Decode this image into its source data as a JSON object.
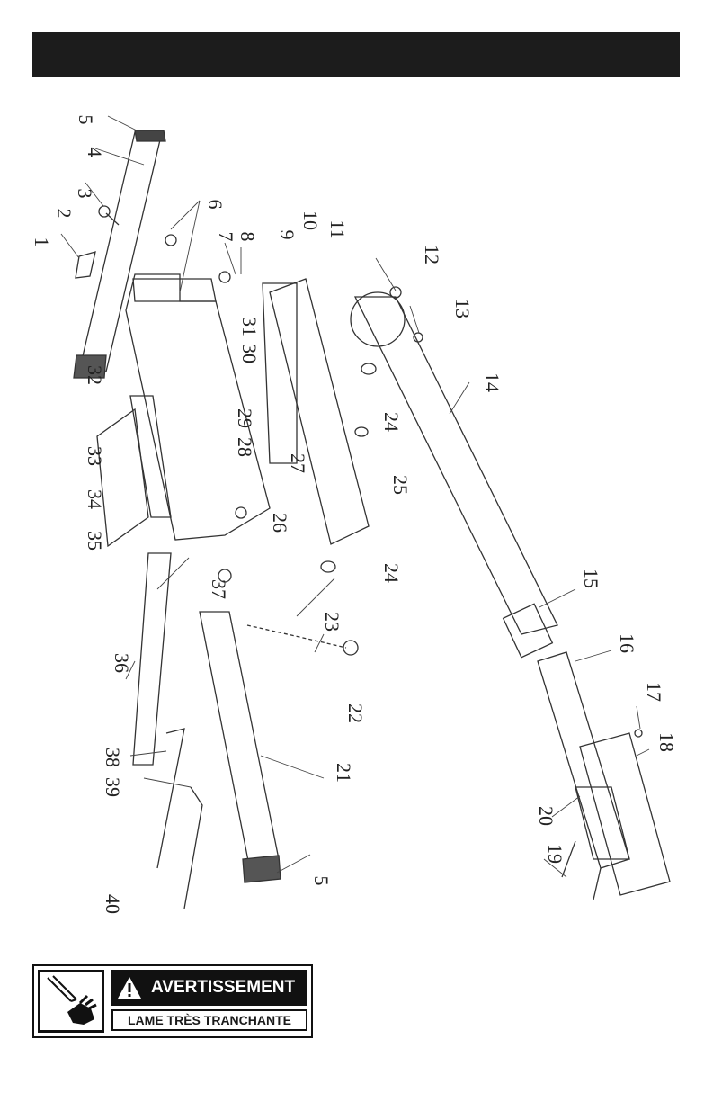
{
  "header": {
    "bar_color": "#1c1c1c"
  },
  "diagram": {
    "callouts": [
      "1",
      "2",
      "3",
      "4",
      "5",
      "6",
      "7",
      "8",
      "9",
      "10",
      "11",
      "12",
      "13",
      "14",
      "15",
      "16",
      "17",
      "18",
      "19",
      "20",
      "21",
      "22",
      "23",
      "24",
      "24",
      "25",
      "26",
      "27",
      "28",
      "29",
      "30",
      "31",
      "32",
      "33",
      "34",
      "35",
      "36",
      "37",
      "38",
      "39",
      "40",
      "5"
    ]
  },
  "warning": {
    "title": "AVERTISSEMENT",
    "subtitle": "LAME TRÈS TRANCHANTE",
    "icon": "hand-cut-warning-icon",
    "alert_icon": "exclamation-triangle-icon"
  }
}
